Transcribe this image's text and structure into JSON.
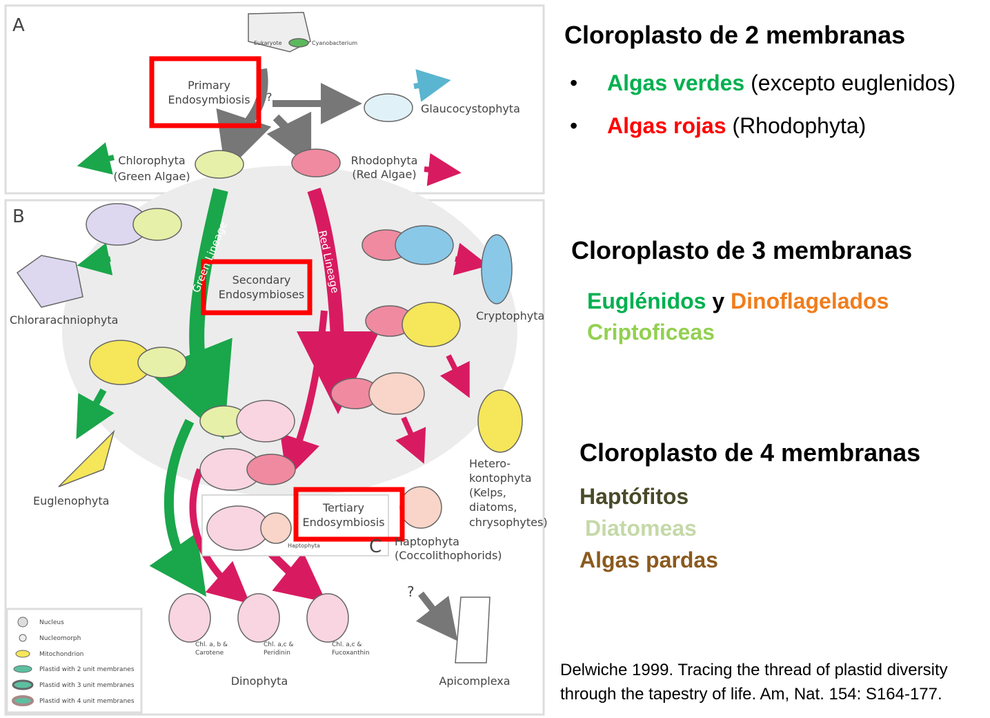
{
  "figure": {
    "panel_a": "A",
    "panel_b": "B",
    "panel_c": "C",
    "eukaryote": "Eukaryote",
    "cyanobacterium": "Cyanobacterium",
    "primary": [
      "Primary",
      "Endosymbiosis"
    ],
    "question": "?",
    "glauco": "Glaucocystophyta",
    "chloro": [
      "Chlorophyta",
      "(Green Algae)"
    ],
    "rhodo": [
      "Rhodophyta",
      "(Red Algae)"
    ],
    "green_lineage": "Green Lineage",
    "red_lineage": "Red Lineage",
    "secondary": [
      "Secondary",
      "Endosymbioses"
    ],
    "chlorarach": "Chlorarachniophyta",
    "crypto": "Cryptophyta",
    "eugleno": "Euglenophyta",
    "hetero": [
      "Hetero-",
      "kontophyta",
      "(Kelps,",
      "diatoms,",
      "chrysophytes)"
    ],
    "tertiary": [
      "Tertiary",
      "Endosymbiosis"
    ],
    "hapto_small": "Haptophyta",
    "hapto": [
      "Haptophyta",
      "(Coccolithophorids)"
    ],
    "chl1": [
      "Chl. a, b &",
      "Carotene"
    ],
    "chl2": [
      "Chl. a,c &",
      "Peridinin"
    ],
    "chl3": [
      "Chl. a,c &",
      "Fucoxanthin"
    ],
    "dino": "Dinophyta",
    "apico": "Apicomplexa",
    "question2": "?",
    "legend": [
      "Nucleus",
      "Nucleomorph",
      "Mitochondrion",
      "Plastid with 2 unit membranes",
      "Plastid with 3 unit membranes",
      "Plastid with 4 unit membranes"
    ]
  },
  "colors": {
    "green": "#00b050",
    "red": "#ff0000",
    "orange": "#f07d1c",
    "lightgreen": "#92d050",
    "olive": "#4a4a2a",
    "pale": "#c5d9a8",
    "brown": "#8b5a1e",
    "highlight_box": "#ff0000"
  },
  "text": {
    "h2": "Cloroplasto de 2 membranas",
    "bullet": "•",
    "g_label": "Algas verdes",
    "g_rest": " (excepto euglenidos)",
    "r_label": "Algas rojas",
    "r_rest": " (Rhodophyta)",
    "h3": "Cloroplasto de 3 membranas",
    "eug": "Euglénidos",
    "y": " y ",
    "dino": "Dinoflagelados",
    "cripto": "Criptoficeas",
    "h4": "Cloroplasto de 4 membranas",
    "hap": "Haptófitos",
    "diat": "Diatomeas",
    "pardas": "Algas pardas",
    "ref1": "Delwiche 1999. Tracing the thread of plastid diversity",
    "ref2": "through the tapestry of life. Am, Nat. 154: S164-177."
  }
}
